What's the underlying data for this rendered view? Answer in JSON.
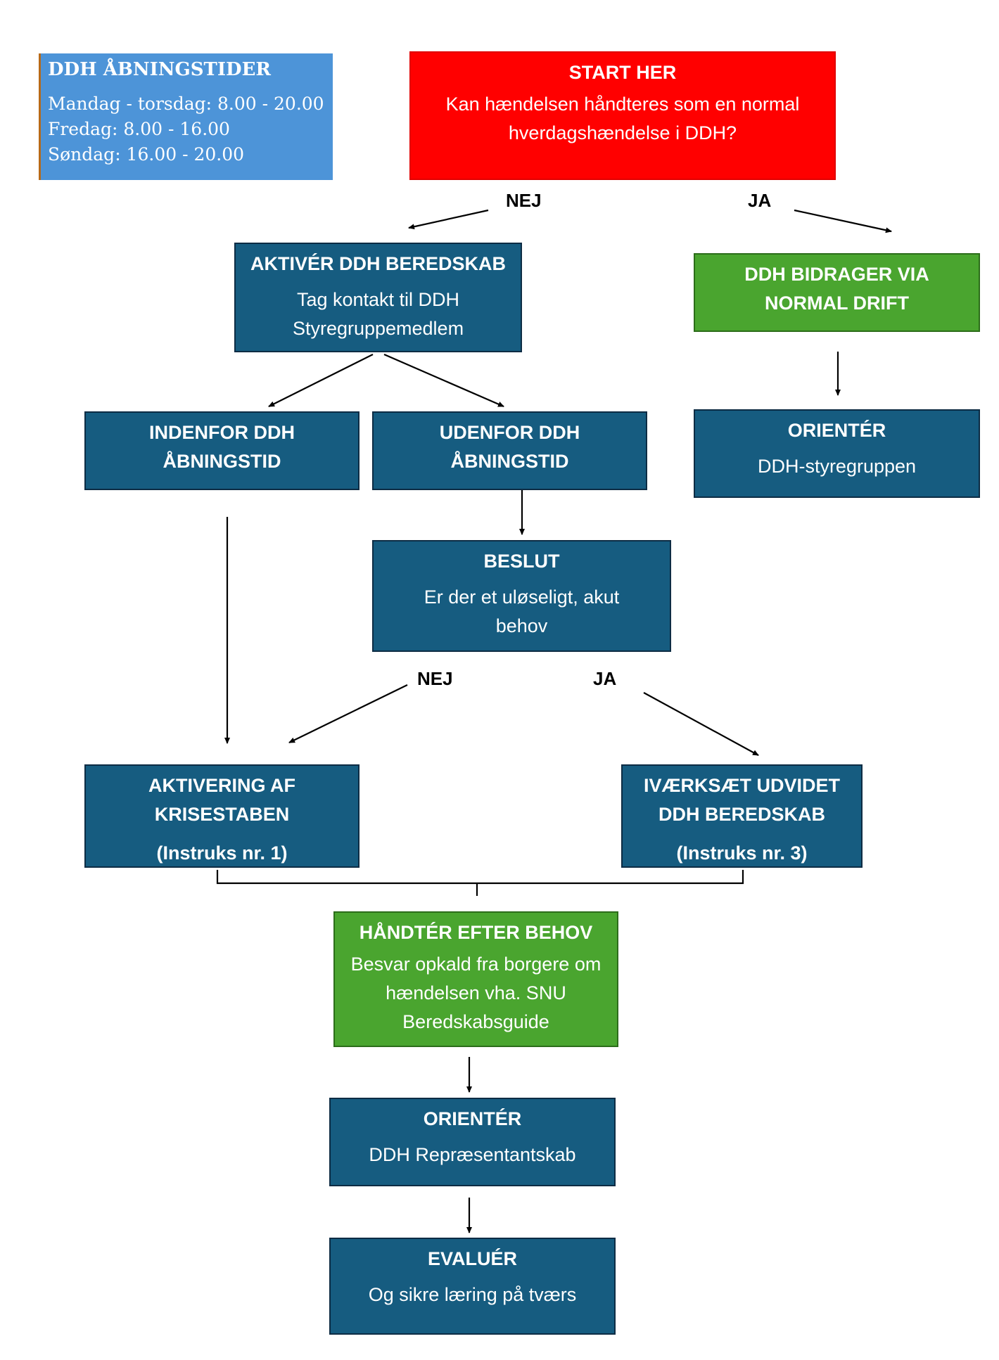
{
  "hours": {
    "title": "DDH ÅBNINGSTIDER",
    "lines": [
      "Mandag - torsdag: 8.00 - 20.00",
      "Fredag: 8.00 - 16.00",
      "Søndag: 16.00 - 20.00"
    ]
  },
  "start": {
    "title": "START HER",
    "body": "Kan hændelsen håndteres som en normal hverdagshændelse i DDH?"
  },
  "labels": {
    "nej_1": "NEJ",
    "ja_1": "JA",
    "nej_2": "NEJ",
    "ja_2": "JA"
  },
  "aktiver": {
    "title": "AKTIVÉR DDH BEREDSKAB",
    "body": "Tag kontakt til DDH Styregruppemedlem"
  },
  "normal_drift": {
    "title": "DDH BIDRAGER VIA NORMAL DRIFT"
  },
  "orienter_styregruppe": {
    "title": "ORIENTÉR",
    "body": "DDH-styregruppen"
  },
  "indenfor": {
    "title": "INDENFOR DDH ÅBNINGSTID"
  },
  "udenfor": {
    "title": "UDENFOR DDH ÅBNINGSTID"
  },
  "beslut": {
    "title": "BESLUT",
    "body": "Er der et uløseligt, akut behov"
  },
  "krisestaben": {
    "title": "AKTIVERING AF KRISESTABEN",
    "note": "(Instruks nr. 1)"
  },
  "udvidet": {
    "title": "IVÆRKSÆT UDVIDET DDH BEREDSKAB",
    "note": "(Instruks nr. 3)"
  },
  "haandter": {
    "title": "HÅNDTÉR EFTER BEHOV",
    "body": "Besvar opkald fra borgere om hændelsen vha. SNU Beredskabsguide"
  },
  "orienter_rep": {
    "title": "ORIENTÉR",
    "body": "DDH Repræsentantskab"
  },
  "evaluer": {
    "title": "EVALUÉR",
    "body": "Og sikre læring på tværs"
  },
  "colors": {
    "dark_box": "#165c80",
    "green_box": "#4aa52f",
    "red_box": "#ff0000",
    "hours_box": "#4d94d8"
  }
}
